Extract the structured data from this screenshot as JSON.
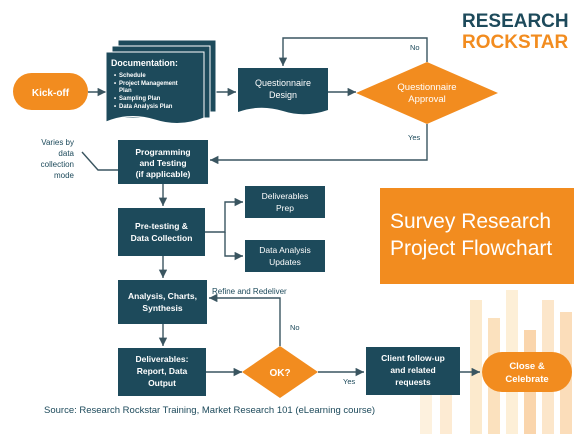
{
  "logo": {
    "line1": "RESEARCH",
    "line2": "ROCKSTAR"
  },
  "title": {
    "line1": "Survey Research",
    "line2": "Project Flowchart"
  },
  "source": "Source: Research Rockstar Training, Market Research 101 (eLearning course)",
  "colors": {
    "teal": "#1d4a5b",
    "orange": "#f28c1f",
    "arrow": "#3a5560"
  },
  "nodes": {
    "kickoff": "Kick-off",
    "documentation": {
      "heading": "Documentation:",
      "items": [
        "Schedule",
        "Project Management",
        "Plan",
        "Sampling Plan",
        "Data Analysis Plan"
      ]
    },
    "questionnaire_design": {
      "line1": "Questionnaire",
      "line2": "Design"
    },
    "questionnaire_approval": {
      "line1": "Questionnaire",
      "line2": "Approval"
    },
    "programming": {
      "line1": "Programming",
      "line2": "and Testing",
      "line3": "(if applicable)"
    },
    "pretesting": {
      "line1": "Pre-testing &",
      "line2": "Data Collection"
    },
    "deliverables_prep": {
      "line1": "Deliverables",
      "line2": "Prep"
    },
    "data_analysis_updates": {
      "line1": "Data Analysis",
      "line2": "Updates"
    },
    "analysis": {
      "line1": "Analysis, Charts,",
      "line2": "Synthesis"
    },
    "deliverables": {
      "line1": "Deliverables:",
      "line2": "Report, Data",
      "line3": "Output"
    },
    "ok": "OK?",
    "client_followup": {
      "line1": "Client follow-up",
      "line2": "and related",
      "line3": "requests"
    },
    "close": {
      "line1": "Close &",
      "line2": "Celebrate"
    }
  },
  "edge_labels": {
    "no_top": "No",
    "yes_approval": "Yes",
    "no_ok": "No",
    "yes_ok": "Yes",
    "refine": "Refine and Redeliver"
  },
  "note": {
    "line1": "Varies by",
    "line2": "data",
    "line3": "collection",
    "line4": "mode"
  }
}
